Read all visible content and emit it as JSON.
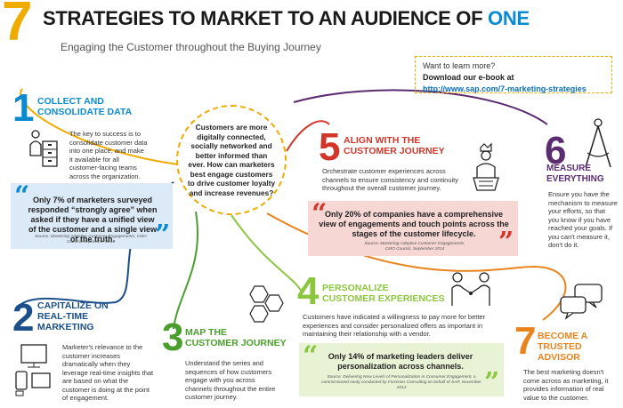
{
  "header": {
    "number": "7",
    "title_main": "STRATEGIES TO MARKET TO AN AUDIENCE OF",
    "title_highlight": "ONE",
    "subtitle": "Engaging the Customer throughout the Buying Journey"
  },
  "learn_more": {
    "line1": "Want to learn more?",
    "line2": "Download our e-book at",
    "url": "http://www.sap.com/7-marketing-strategies"
  },
  "center_question": "Customers are more digitally connected, socially networked and better informed than ever. How can marketers best engage customers to drive customer loyalty and increase revenues?",
  "strategies": [
    {
      "number": "1",
      "heading_l1": "COLLECT AND",
      "heading_l2": "CONSOLIDATE DATA",
      "body": "The key to success is to consolidate customer data into one place, and make it available for all customer-facing teams across the organization.",
      "quote": "Only 7% of marketers surveyed responded “strongly agree” when asked if they have a unified view of the customer and a single view of the truth.",
      "source": "Source: Mastering Adaptive Customer Engagements, CMO Council, September 2014"
    },
    {
      "number": "2",
      "heading_l1": "CAPITALIZE ON",
      "heading_l2": "REAL-TIME",
      "heading_l3": "MARKETING",
      "body": "Marketer's relevance to the customer increases dramatically when they leverage real-time insights that are based on what the customer is doing at the point of engagement."
    },
    {
      "number": "3",
      "heading_l1": "MAP THE",
      "heading_l2": "CUSTOMER JOURNEY",
      "body": "Understand the series and sequences of how customers engage with you across channels throughout the entire customer journey."
    },
    {
      "number": "4",
      "heading_l1": "PERSONALIZE",
      "heading_l2": "CUSTOMER EXPERIENCES",
      "body": "Customers have indicated a willingness to pay more for better experiences and consider personalized offers as important in maintaining their relationship with a vendor.",
      "quote": "Only 14% of marketing leaders deliver personalization across channels.",
      "source": "Source: Delivering New Levels of Personalization in Consumer Engagement, a commissioned study conducted by Forrester Consulting on behalf of SAP, November 2013"
    },
    {
      "number": "5",
      "heading_l1": "ALIGN WITH THE",
      "heading_l2": "CUSTOMER JOURNEY",
      "body": "Orchestrate customer experiences across channels to ensure consistency and continuity throughout the overall customer journey.",
      "quote": "Only 20% of companies have a comprehensive view of engagements and touch points across the stages of the customer lifecycle.",
      "source": "Source: Mastering Adaptive Customer Engagements, CMO Council, September 2014"
    },
    {
      "number": "6",
      "heading_l1": "MEASURE",
      "heading_l2": "EVERYTHING",
      "body": "Ensure you have the mechanism to measure your efforts, so that you know if you have reached your goals. If you can't measure it, don't do it."
    },
    {
      "number": "7",
      "heading_l1": "BECOME A",
      "heading_l2": "TRUSTED",
      "heading_l3": "ADVISOR",
      "body": "The best marketing doesn't come across as marketing, it provides information of real value to the customer."
    }
  ],
  "colors": {
    "yellow": "#f0ab00",
    "blue": "#0a8ad0",
    "darkblue": "#1b4f8a",
    "green": "#4b9e2d",
    "lightgreen": "#8cc63f",
    "red": "#d2362b",
    "purple": "#5b2c6f",
    "orange": "#e8831e"
  }
}
